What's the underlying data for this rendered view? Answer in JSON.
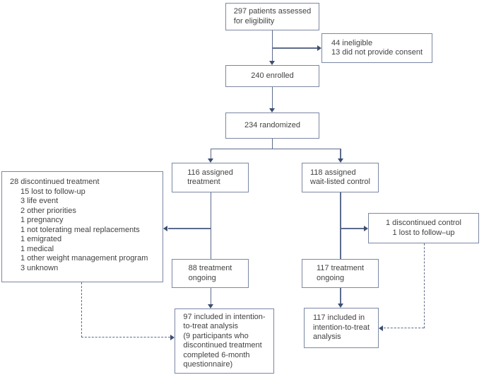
{
  "figure": {
    "type": "consort-flow-diagram",
    "boxes": {
      "assessed": {
        "lines": [
          "297 patients assessed",
          "for eligibility"
        ]
      },
      "ineligible": {
        "lines": [
          "44 ineligible",
          "13 did not provide consent"
        ]
      },
      "enrolled": {
        "lines": [
          "240 enrolled"
        ]
      },
      "randomized": {
        "lines": [
          "234 randomized"
        ]
      },
      "assigned_treatment": {
        "lines": [
          "116 assigned",
          "treatment"
        ]
      },
      "assigned_control": {
        "lines": [
          "118 assigned",
          "wait-listed control"
        ]
      },
      "discontinued_treatment": {
        "title": "28 discontinued treatment",
        "items": [
          "15 lost to follow-up",
          "3 life event",
          "2 other priorities",
          "1 pregnancy",
          "1 not tolerating meal replacements",
          "1 emigrated",
          "1 medical",
          "1 other weight management program",
          "3 unknown"
        ]
      },
      "discontinued_control": {
        "lines": [
          "1 discontinued control",
          "1 lost to follow–up"
        ]
      },
      "ongoing_treatment": {
        "lines": [
          "88 treatment",
          "ongoing"
        ]
      },
      "ongoing_control": {
        "lines": [
          "117 treatment",
          "ongoing"
        ]
      },
      "itt_treatment": {
        "lines": [
          "97 included in intention-",
          "to-treat analysis",
          "(9 participants who",
          "discontinued treatment",
          "completed 6-month",
          "questionnaire)"
        ]
      },
      "itt_control": {
        "lines": [
          "117 included in",
          "intention-to-treat",
          "analysis"
        ]
      }
    },
    "colors": {
      "box_border": "#7b87a3",
      "connector": "#5c6c8c",
      "arrowhead": "#3e4e6f",
      "text": "#424242",
      "background": "#ffffff"
    }
  }
}
